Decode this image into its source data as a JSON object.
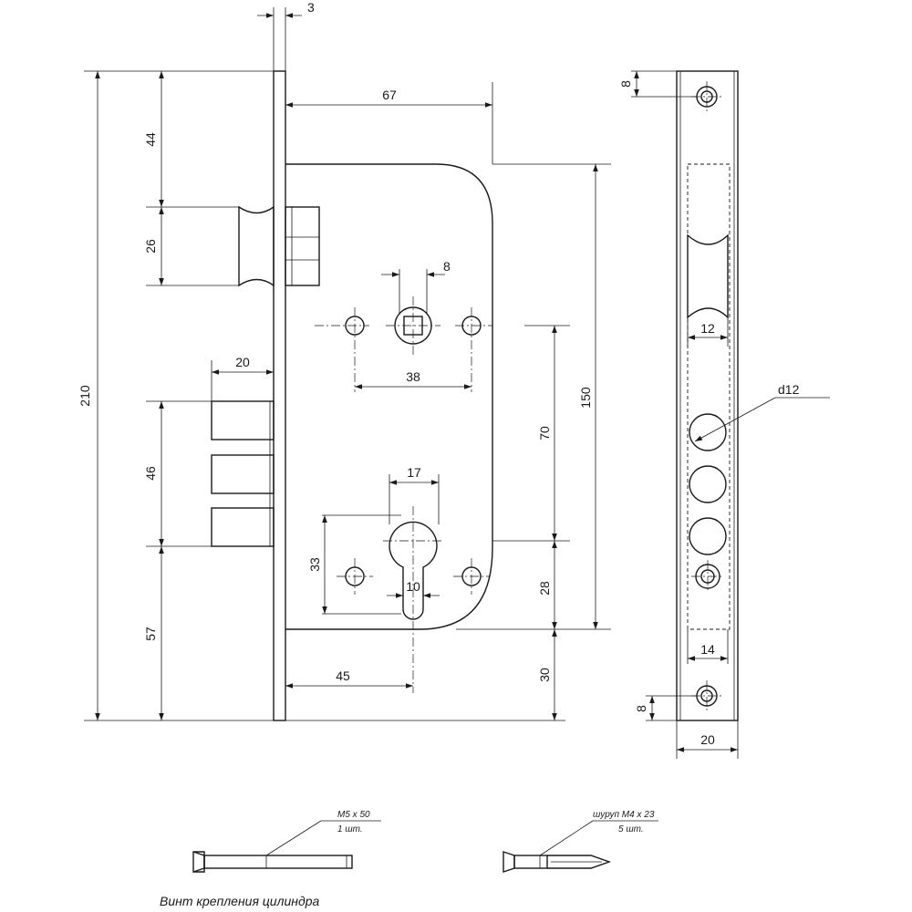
{
  "dimensions": {
    "faceplate_thickness": "3",
    "backset_width": "67",
    "top_to_latch": "44",
    "latch_height": "26",
    "latch_throw": "20",
    "bolt_span": "46",
    "bottom_to_bolt": "57",
    "total_height": "210",
    "spindle_square": "8",
    "screw_spacing": "38",
    "cylinder_width": "17",
    "cylinder_height": "33",
    "cylinder_slot": "10",
    "cylinder_backset": "45",
    "center_distance": "70",
    "body_height": "150",
    "cylinder_to_bottom": "28",
    "bottom_offset": "30",
    "face_top_hole": "8",
    "latch_window": "12",
    "bolt_hole_diameter": "d12",
    "bottom_window": "14",
    "face_bottom_hole": "8",
    "faceplate_width": "20"
  },
  "parts": {
    "cylinder_screw_spec": "M5 x 50",
    "cylinder_screw_qty": "1 шт.",
    "wood_screw_spec": "шуруп M4 x 23",
    "wood_screw_qty": "5 шт.",
    "cylinder_screw_caption": "Винт крепления цилиндра"
  }
}
